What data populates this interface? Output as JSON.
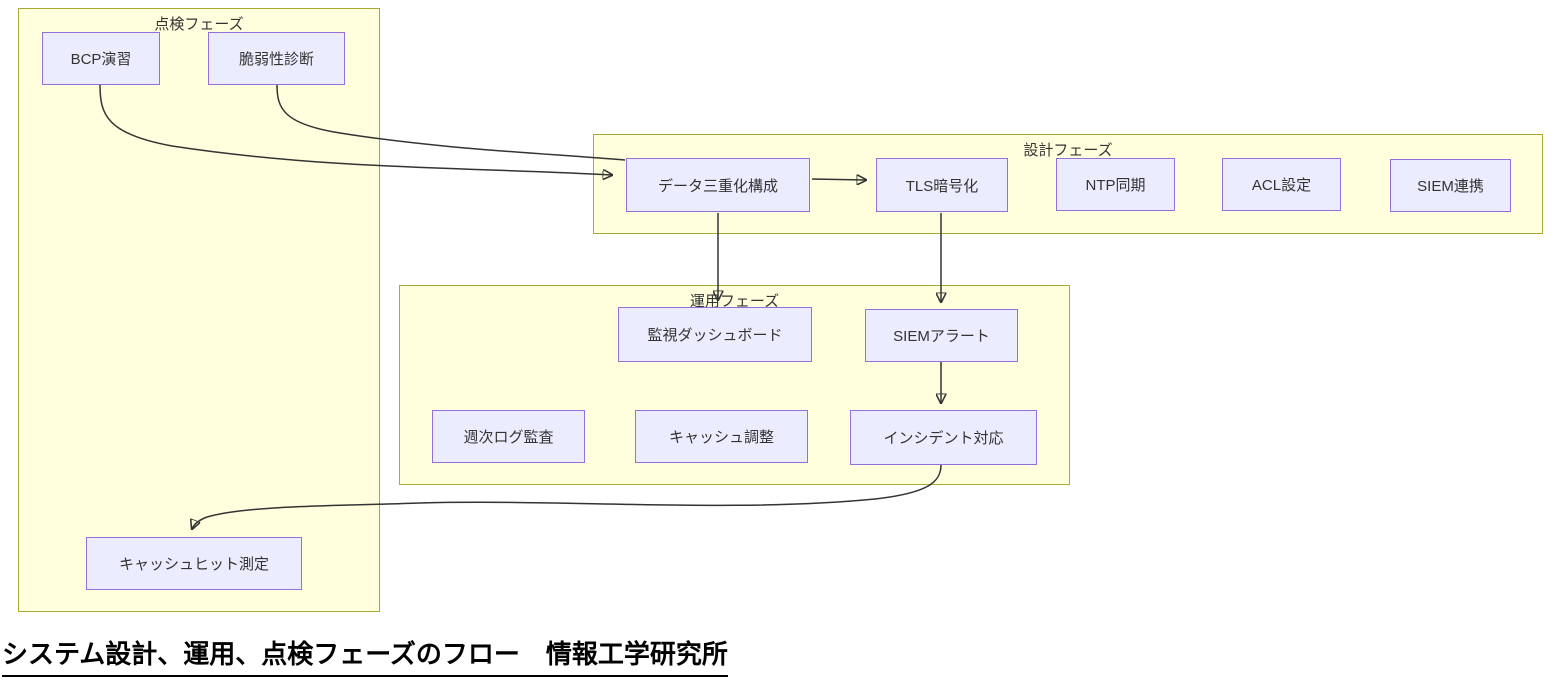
{
  "title": {
    "text": "システム設計、運用、点検フェーズのフロー　情報工学研究所"
  },
  "colors": {
    "canvas_background": "#FFFFFF",
    "node_fill": "#ECECFF",
    "node_border": "#9370DB",
    "group_fill": "#FFFFDE",
    "group_border": "#AAAA33",
    "edge": "#333333",
    "label_text": "#333333",
    "title_text": "#000000"
  },
  "diagram": {
    "groups": {
      "inspection": {
        "label": "点検フェーズ"
      },
      "design": {
        "label": "設計フェーズ"
      },
      "operation": {
        "label": "運用フェーズ"
      }
    },
    "nodes": {
      "bcp": {
        "label": "BCP演習"
      },
      "vuln": {
        "label": "脆弱性診断"
      },
      "cache_hit": {
        "label": "キャッシュヒット測定"
      },
      "triplex": {
        "label": "データ三重化構成"
      },
      "tls": {
        "label": "TLS暗号化"
      },
      "ntp": {
        "label": "NTP同期"
      },
      "acl": {
        "label": "ACL設定"
      },
      "siem_link": {
        "label": "SIEM連携"
      },
      "dashboard": {
        "label": "監視ダッシュボード"
      },
      "siem_alert": {
        "label": "SIEMアラート"
      },
      "weekly_log": {
        "label": "週次ログ監査"
      },
      "cache_adjust": {
        "label": "キャッシュ調整"
      },
      "incident": {
        "label": "インシデント対応"
      }
    },
    "edges": [
      {
        "from": "BCP演習",
        "to": "データ三重化構成"
      },
      {
        "from": "脆弱性診断",
        "to": "データ三重化構成"
      },
      {
        "from": "データ三重化構成",
        "to": "TLS暗号化"
      },
      {
        "from": "データ三重化構成",
        "to": "監視ダッシュボード"
      },
      {
        "from": "TLS暗号化",
        "to": "SIEMアラート"
      },
      {
        "from": "SIEMアラート",
        "to": "インシデント対応"
      },
      {
        "from": "インシデント対応",
        "to": "キャッシュヒット測定"
      }
    ]
  }
}
